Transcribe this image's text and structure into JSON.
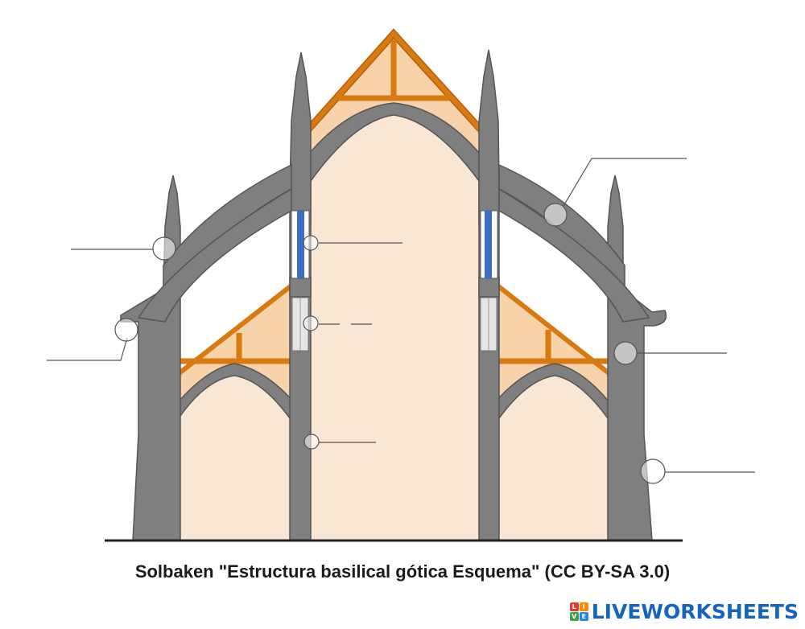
{
  "caption": "Solbaken \"Estructura basilical gótica Esquema\" (CC BY-SA 3.0)",
  "brand": {
    "name": "LIVEWORKSHEETS",
    "logo_letters": [
      "L",
      "I",
      "V",
      "E"
    ],
    "logo_colors": [
      "#e53935",
      "#fb8c00",
      "#43a047",
      "#1e88e5"
    ],
    "text_color": "#1565c0"
  },
  "colors": {
    "stone": "#7f7f7f",
    "interior": "#f9e6d3",
    "roof_fill": "#f7d2aa",
    "timber": "#d87a10",
    "timber_dark": "#8a4a08",
    "stained_glass": "#3a6fc4",
    "clerestory_glass": "#e6e6e6",
    "ground": "#222222",
    "leader": "#555555"
  },
  "labels": {
    "answer_fields": [
      "",
      "",
      "",
      "",
      "",
      "",
      "",
      "",
      "",
      ""
    ]
  }
}
